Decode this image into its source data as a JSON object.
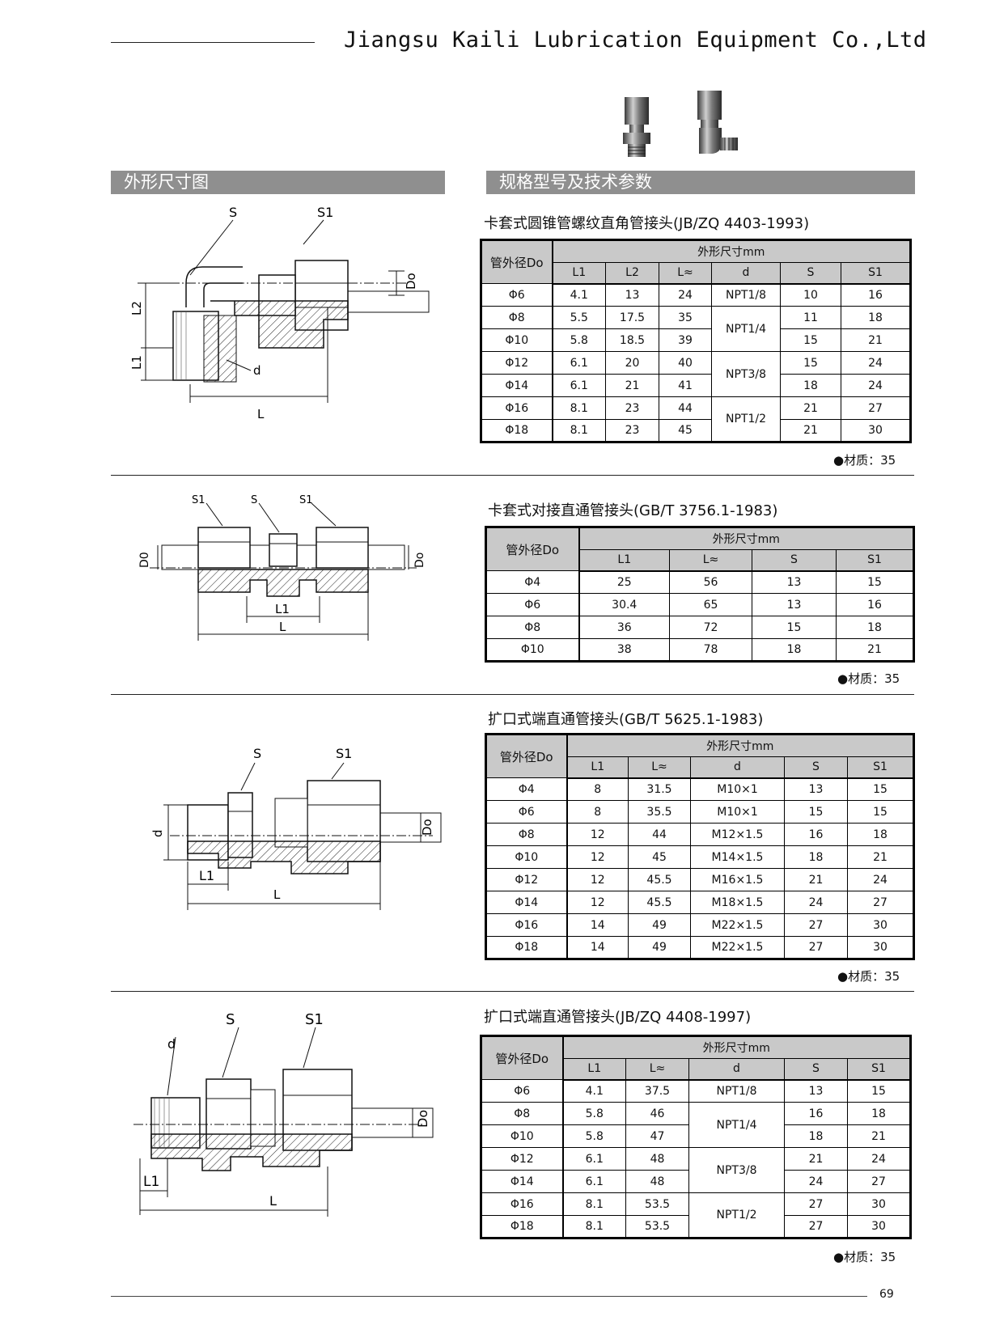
{
  "header": {
    "company": "Jiangsu Kaili Lubrication Equipment Co.,Ltd"
  },
  "bands": {
    "left": "外形尺寸图",
    "right": "规格型号及技术参数"
  },
  "common": {
    "od_label": "管外径Do",
    "dims_label": "外形尺寸mm",
    "material": "●材质：35"
  },
  "sections": [
    {
      "title": "卡套式圆锥管螺纹直角管接头(JB/ZQ 4403-1993)",
      "columns": [
        "L1",
        "L2",
        "L≈",
        "d",
        "S",
        "S1"
      ],
      "rows": [
        [
          "Φ6",
          "4.1",
          "13",
          "24",
          "NPT1/8",
          "10",
          "16"
        ],
        [
          "Φ8",
          "5.5",
          "17.5",
          "35",
          "NPT1/4",
          "11",
          "18"
        ],
        [
          "Φ10",
          "5.8",
          "18.5",
          "39",
          "",
          "15",
          "21"
        ],
        [
          "Φ12",
          "6.1",
          "20",
          "40",
          "NPT3/8",
          "15",
          "24"
        ],
        [
          "Φ14",
          "6.1",
          "21",
          "41",
          "",
          "18",
          "24"
        ],
        [
          "Φ16",
          "8.1",
          "23",
          "44",
          "NPT1/2",
          "21",
          "27"
        ],
        [
          "Φ18",
          "8.1",
          "23",
          "45",
          "",
          "21",
          "30"
        ]
      ],
      "drawing_labels": [
        "S",
        "S1",
        "L2",
        "L1",
        "d",
        "L",
        "Do"
      ]
    },
    {
      "title": "卡套式对接直通管接头(GB/T 3756.1-1983)",
      "columns": [
        "L1",
        "L≈",
        "S",
        "S1"
      ],
      "rows": [
        [
          "Φ4",
          "25",
          "56",
          "13",
          "15"
        ],
        [
          "Φ6",
          "30.4",
          "65",
          "13",
          "16"
        ],
        [
          "Φ8",
          "36",
          "72",
          "15",
          "18"
        ],
        [
          "Φ10",
          "38",
          "78",
          "18",
          "21"
        ]
      ],
      "drawing_labels": [
        "S1",
        "S",
        "S1",
        "D0",
        "Do",
        "L1",
        "L"
      ]
    },
    {
      "title": "扩口式端直通管接头(GB/T 5625.1-1983)",
      "columns": [
        "L1",
        "L≈",
        "d",
        "S",
        "S1"
      ],
      "rows": [
        [
          "Φ4",
          "8",
          "31.5",
          "M10×1",
          "13",
          "15"
        ],
        [
          "Φ6",
          "8",
          "35.5",
          "M10×1",
          "15",
          "15"
        ],
        [
          "Φ8",
          "12",
          "44",
          "M12×1.5",
          "16",
          "18"
        ],
        [
          "Φ10",
          "12",
          "45",
          "M14×1.5",
          "18",
          "21"
        ],
        [
          "Φ12",
          "12",
          "45.5",
          "M16×1.5",
          "21",
          "24"
        ],
        [
          "Φ14",
          "12",
          "45.5",
          "M18×1.5",
          "24",
          "27"
        ],
        [
          "Φ16",
          "14",
          "49",
          "M22×1.5",
          "27",
          "30"
        ],
        [
          "Φ18",
          "14",
          "49",
          "M22×1.5",
          "27",
          "30"
        ]
      ],
      "drawing_labels": [
        "S",
        "S1",
        "d",
        "Do",
        "L1",
        "L"
      ]
    },
    {
      "title": "扩口式端直通管接头(JB/ZQ 4408-1997)",
      "columns": [
        "L1",
        "L≈",
        "d",
        "S",
        "S1"
      ],
      "rows": [
        [
          "Φ6",
          "4.1",
          "37.5",
          "NPT1/8",
          "13",
          "15"
        ],
        [
          "Φ8",
          "5.8",
          "46",
          "NPT1/4",
          "16",
          "18"
        ],
        [
          "Φ10",
          "5.8",
          "47",
          "",
          "18",
          "21"
        ],
        [
          "Φ12",
          "6.1",
          "48",
          "NPT3/8",
          "21",
          "24"
        ],
        [
          "Φ14",
          "6.1",
          "48",
          "",
          "24",
          "27"
        ],
        [
          "Φ16",
          "8.1",
          "53.5",
          "NPT1/2",
          "27",
          "30"
        ],
        [
          "Φ18",
          "8.1",
          "53.5",
          "",
          "27",
          "30"
        ]
      ],
      "drawing_labels": [
        "S",
        "S1",
        "d",
        "Do",
        "L1",
        "L"
      ]
    }
  ],
  "footer": {
    "page": "69"
  }
}
